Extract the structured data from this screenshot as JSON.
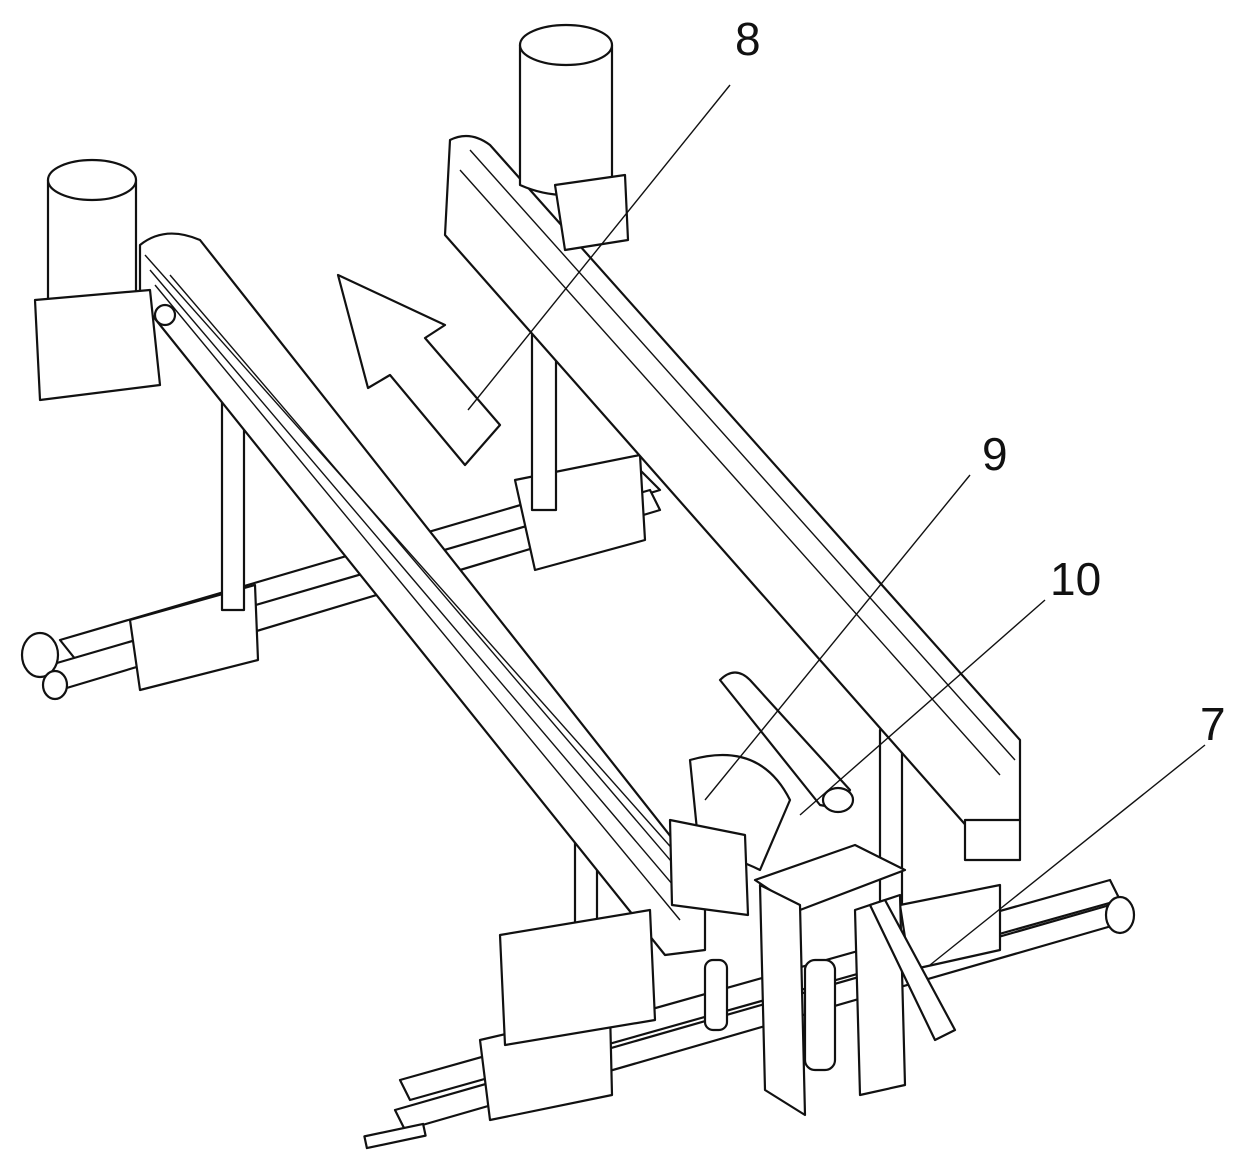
{
  "figure": {
    "labels": {
      "part_8": "8",
      "part_9": "9",
      "part_10": "10",
      "part_7": "7"
    }
  }
}
